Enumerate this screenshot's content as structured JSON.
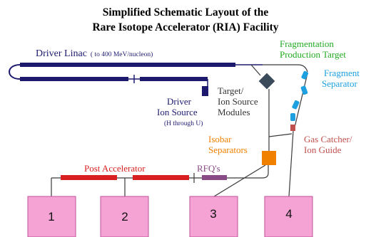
{
  "title": {
    "line1": "Simplified Schematic Layout of the",
    "line2": "Rare Isotope Accelerator (RIA) Facility"
  },
  "labels": {
    "driver_linac": "Driver Linac",
    "driver_linac_note": "( to 400 MeV/nucleon)",
    "driver_ion_source_1": "Driver",
    "driver_ion_source_2": "Ion Source",
    "driver_ion_source_3": "(H through U)",
    "target_modules_1": "Target/",
    "target_modules_2": "Ion Source",
    "target_modules_3": "Modules",
    "frag_target_1": "Fragmentation",
    "frag_target_2": "Production Target",
    "frag_separator_1": "Fragment",
    "frag_separator_2": "Separator",
    "gas_catcher_1": "Gas Catcher/",
    "gas_catcher_2": "Ion Guide",
    "isobar_1": "Isobar",
    "isobar_2": "Separators",
    "post_accelerator": "Post Accelerator",
    "rfq": "RFQ's"
  },
  "experimental_areas": [
    "1",
    "2",
    "3",
    "4"
  ],
  "colors": {
    "driver": "#1d1a6e",
    "frag_target": "#22aa22",
    "frag_separator": "#1ea0e0",
    "gas_catcher": "#c0504d",
    "isobar": "#f08000",
    "post_accel": "#d82020",
    "rfq": "#8a4a86",
    "exp_area_fill": "#f4a3d4",
    "exp_area_stroke": "#c0509a",
    "target_module": "#3a4a5a",
    "beamline": "#3a3a3a"
  }
}
